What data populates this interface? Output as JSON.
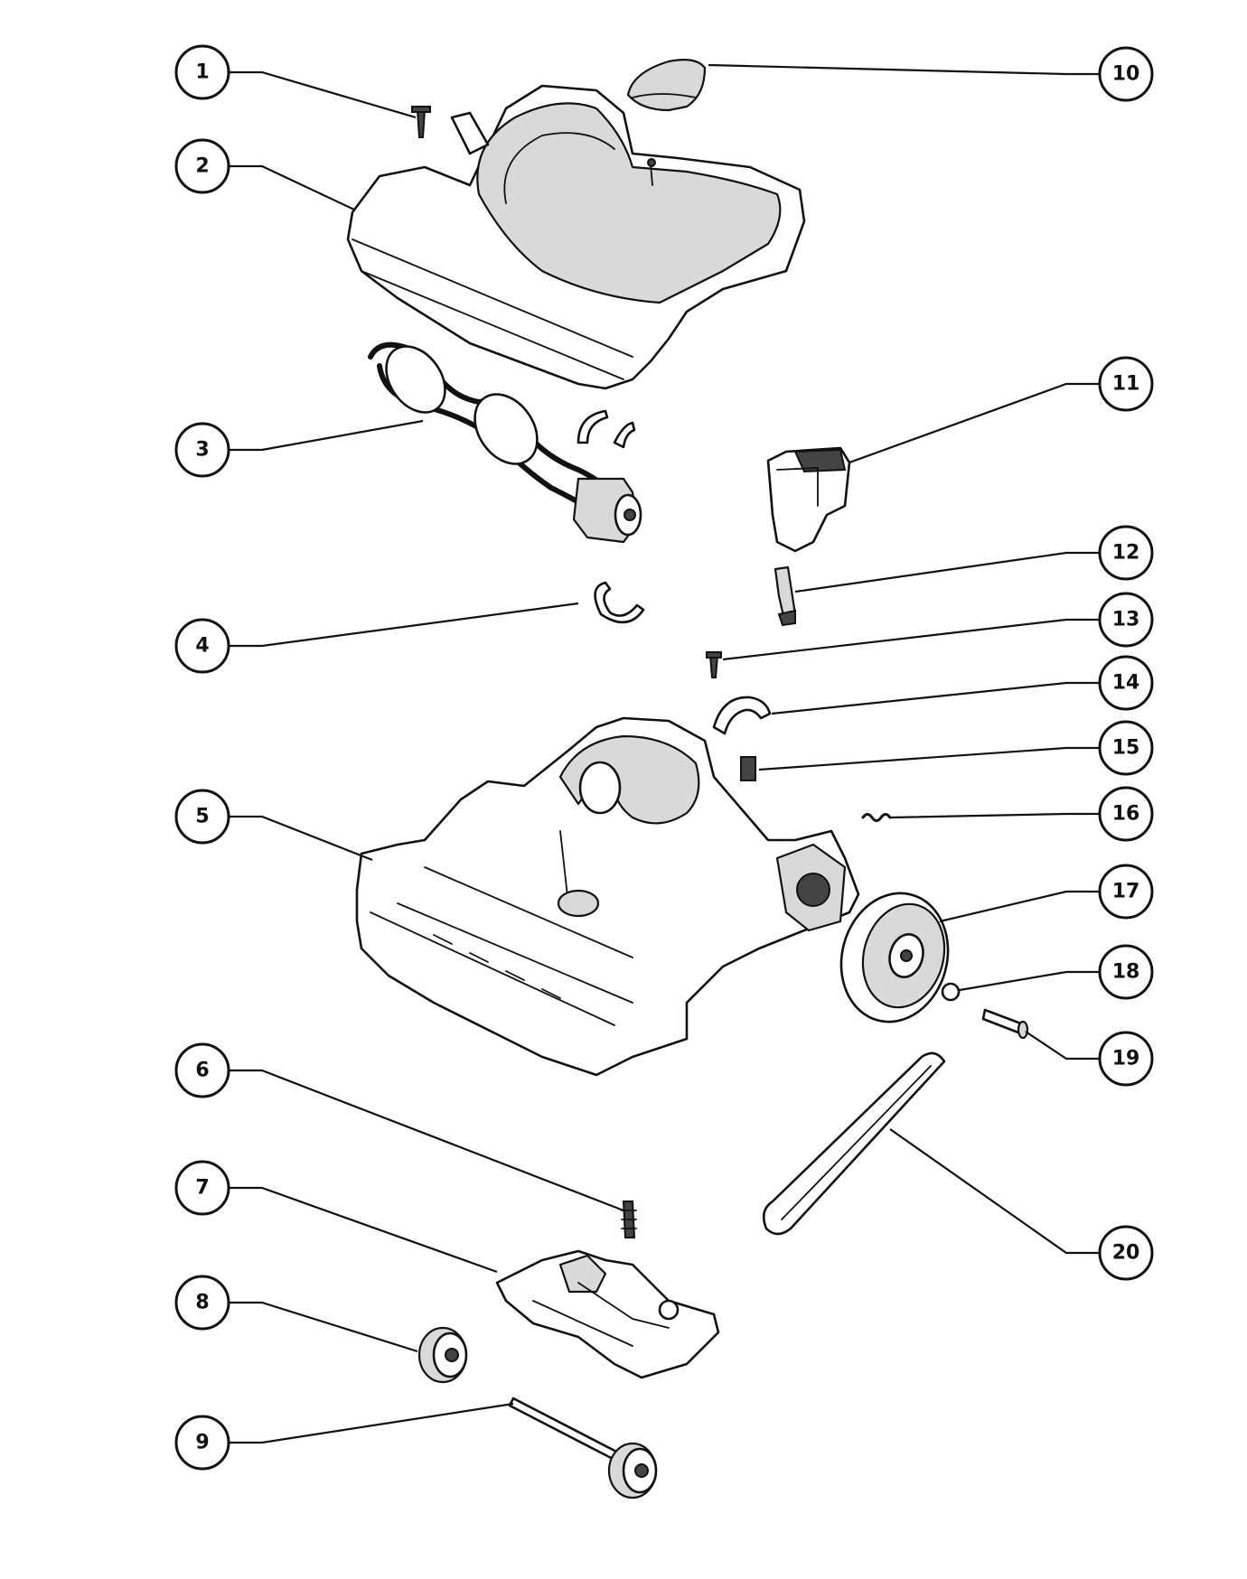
{
  "callouts": [
    {
      "label": "1"
    },
    {
      "label": "2"
    },
    {
      "label": "3"
    },
    {
      "label": "4"
    },
    {
      "label": "5"
    },
    {
      "label": "6"
    },
    {
      "label": "7"
    },
    {
      "label": "8"
    },
    {
      "label": "9"
    },
    {
      "label": "10"
    },
    {
      "label": "11"
    },
    {
      "label": "12"
    },
    {
      "label": "13"
    },
    {
      "label": "14"
    },
    {
      "label": "15"
    },
    {
      "label": "16"
    },
    {
      "label": "17"
    },
    {
      "label": "18"
    },
    {
      "label": "19"
    },
    {
      "label": "20"
    }
  ]
}
